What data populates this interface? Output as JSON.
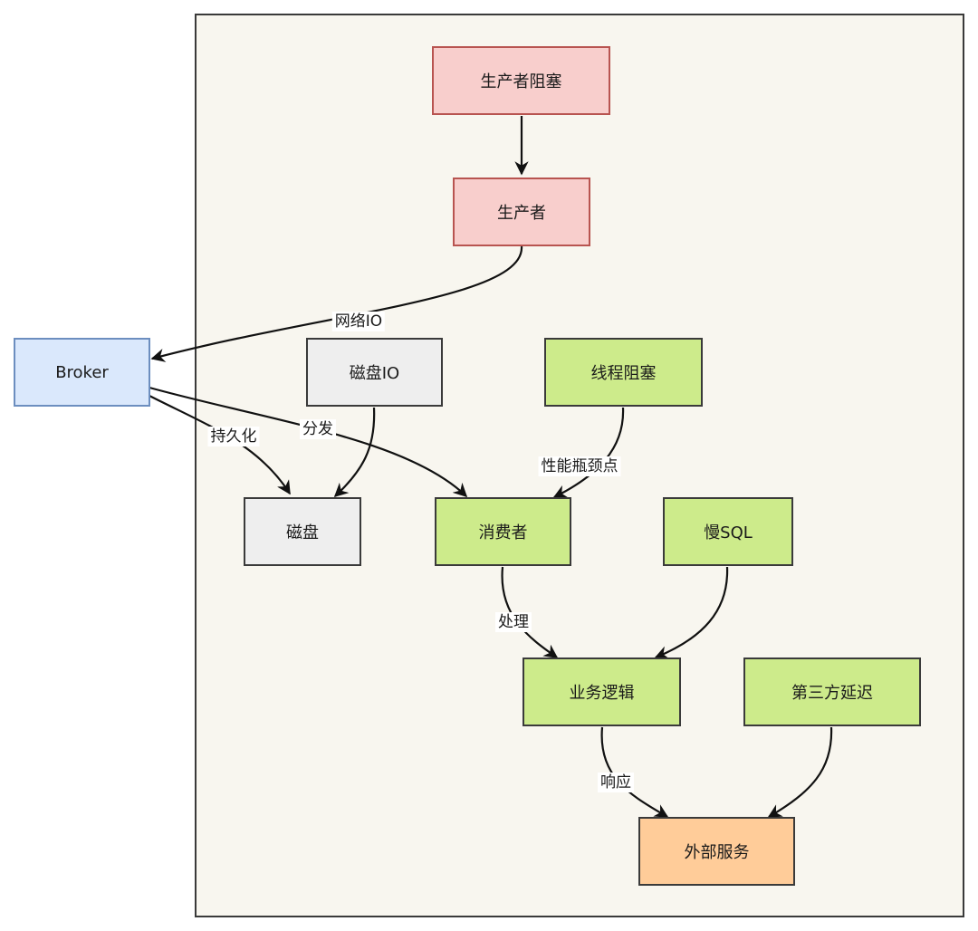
{
  "nodes": {
    "producer_block": {
      "label": "生产者阻塞"
    },
    "producer": {
      "label": "生产者"
    },
    "broker": {
      "label": "Broker"
    },
    "disk_io": {
      "label": "磁盘IO"
    },
    "thread_block": {
      "label": "线程阻塞"
    },
    "disk": {
      "label": "磁盘"
    },
    "consumer": {
      "label": "消费者"
    },
    "slow_sql": {
      "label": "慢SQL"
    },
    "business_logic": {
      "label": "业务逻辑"
    },
    "third_party_delay": {
      "label": "第三方延迟"
    },
    "external_service": {
      "label": "外部服务"
    }
  },
  "edges": {
    "network_io": {
      "label": "网络IO"
    },
    "persist": {
      "label": "持久化"
    },
    "dispatch": {
      "label": "分发"
    },
    "bottleneck": {
      "label": "性能瓶颈点"
    },
    "process": {
      "label": "处理"
    },
    "respond": {
      "label": "响应"
    }
  }
}
